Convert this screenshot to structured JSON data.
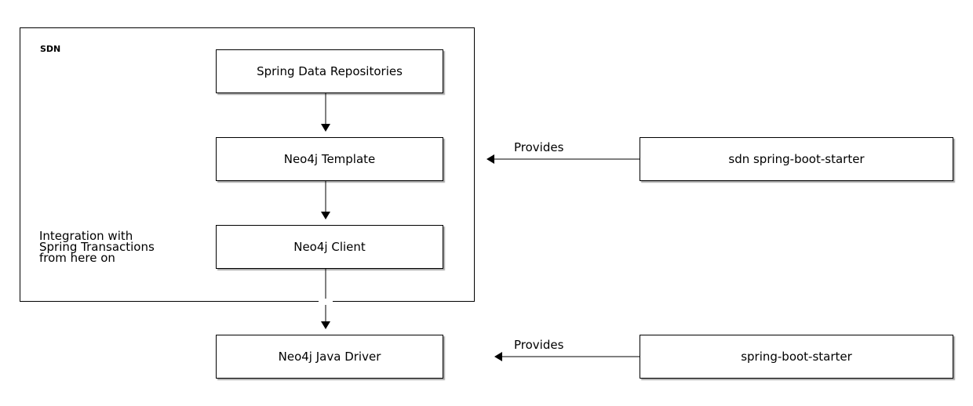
{
  "diagram": {
    "group": {
      "title": "SDN"
    },
    "nodes": {
      "spring_data_repositories": "Spring Data Repositories",
      "neo4j_template": "Neo4j Template",
      "neo4j_client": "Neo4j Client",
      "neo4j_java_driver": "Neo4j Java Driver",
      "sdn_spring_boot_starter": "sdn spring-boot-starter",
      "spring_boot_starter": "spring-boot-starter"
    },
    "note": {
      "lines": [
        "Integration with",
        "Spring Transactions",
        "from here on"
      ]
    },
    "edge_labels": {
      "provides_sdn": "Provides",
      "provides_boot": "Provides"
    }
  }
}
